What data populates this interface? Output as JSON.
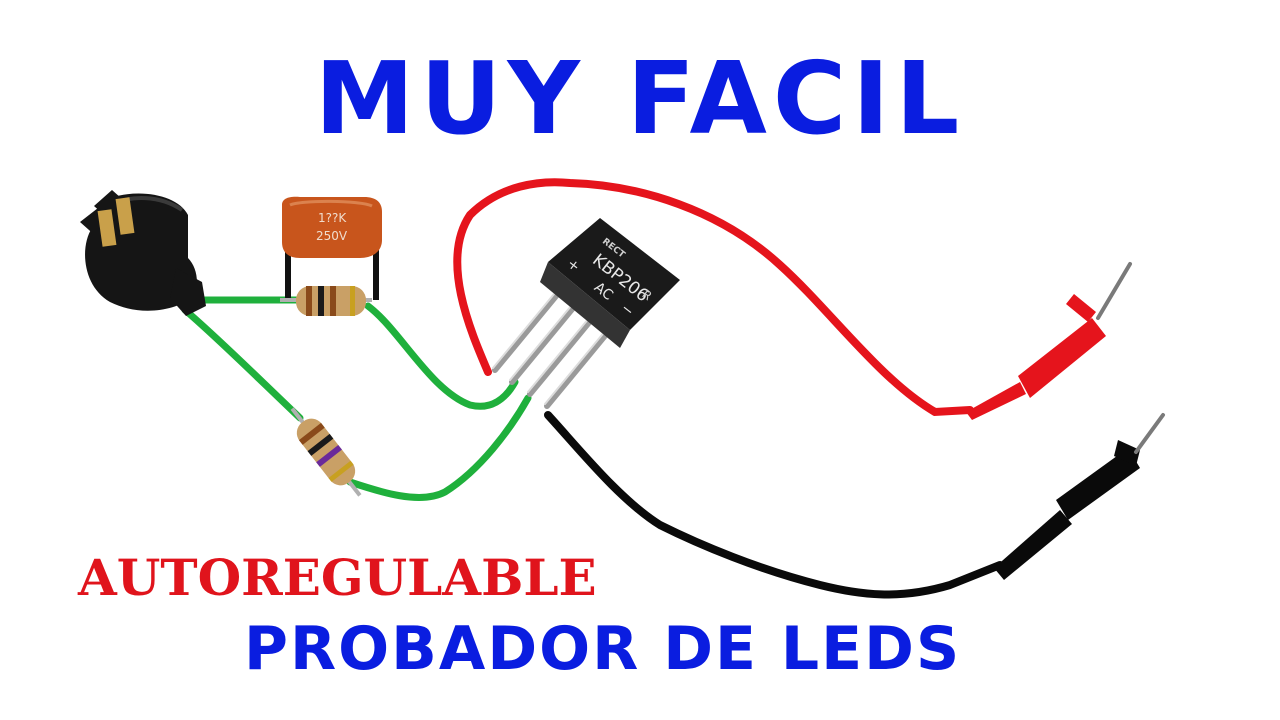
{
  "title": "MUY FACIL",
  "subtitle_red": "AUTOREGULABLE",
  "subtitle_blue": "PROBADOR DE LEDS",
  "capacitor": {
    "line1": "1??K",
    "line2": "250V"
  },
  "bridge": {
    "brand": "RECT",
    "model": "KBP206",
    "plus": "+",
    "ac": "AC",
    "minus": "−",
    "approval": "R"
  },
  "colors": {
    "title": "#0a1de0",
    "subtitle_red": "#e0141c",
    "subtitle_blue": "#0a1de0",
    "wire_green": "#1fb03c",
    "wire_red": "#e5141c",
    "wire_black": "#0a0a0a",
    "capacitor": "#c8551c",
    "bridge_body": "#1a1a1a"
  }
}
